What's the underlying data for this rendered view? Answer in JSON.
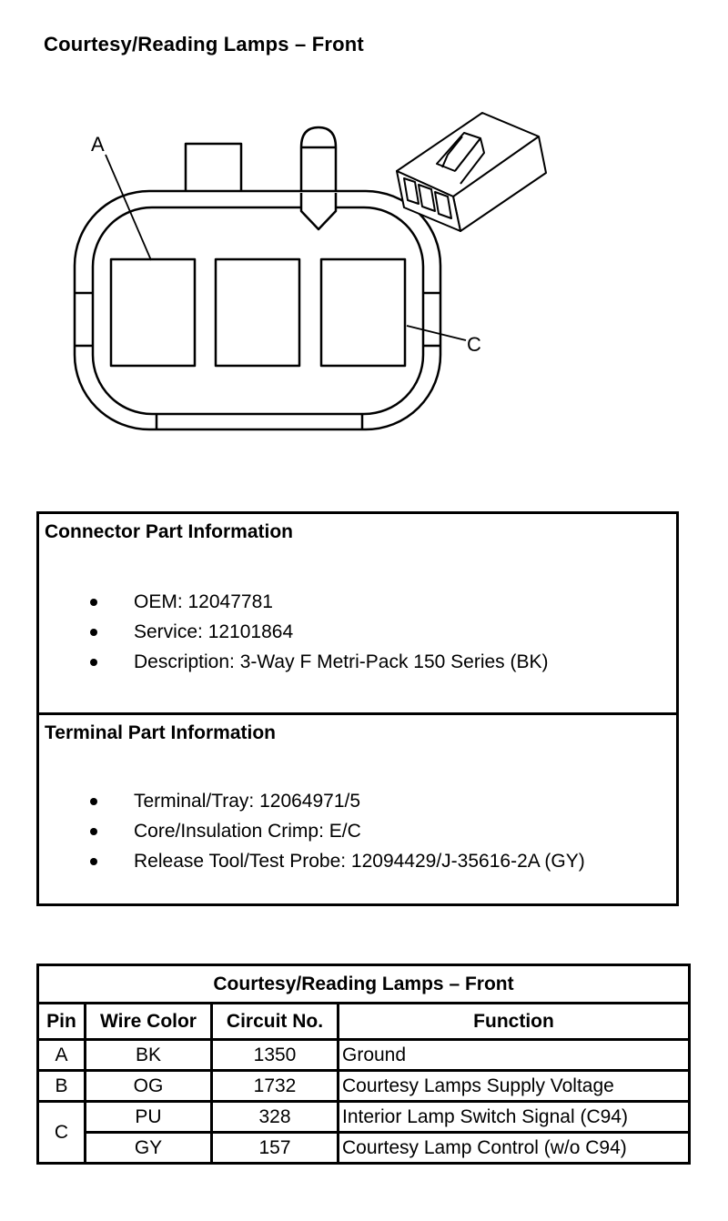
{
  "title": "Courtesy/Reading Lamps – Front",
  "diagram": {
    "label_a": "A",
    "label_c": "C"
  },
  "connector_info": {
    "heading": "Connector Part Information",
    "items": [
      "OEM: 12047781",
      "Service: 12101864",
      "Description: 3-Way F Metri-Pack 150 Series (BK)"
    ]
  },
  "terminal_info": {
    "heading": "Terminal Part Information",
    "items": [
      "Terminal/Tray: 12064971/5",
      "Core/Insulation Crimp: E/C",
      "Release Tool/Test Probe: 12094429/J-35616-2A (GY)"
    ]
  },
  "pin_table": {
    "caption": "Courtesy/Reading Lamps – Front",
    "headers": [
      "Pin",
      "Wire Color",
      "Circuit No.",
      "Function"
    ],
    "rows": [
      {
        "pin": "A",
        "wire": "BK",
        "circuit": "1350",
        "function": "Ground"
      },
      {
        "pin": "B",
        "wire": "OG",
        "circuit": "1732",
        "function": "Courtesy Lamps Supply Voltage"
      },
      {
        "pin": "C",
        "wire": "PU",
        "circuit": "328",
        "function": "Interior Lamp Switch Signal (C94)"
      },
      {
        "pin": "",
        "wire": "GY",
        "circuit": "157",
        "function": "Courtesy Lamp Control (w/o C94)"
      }
    ]
  }
}
